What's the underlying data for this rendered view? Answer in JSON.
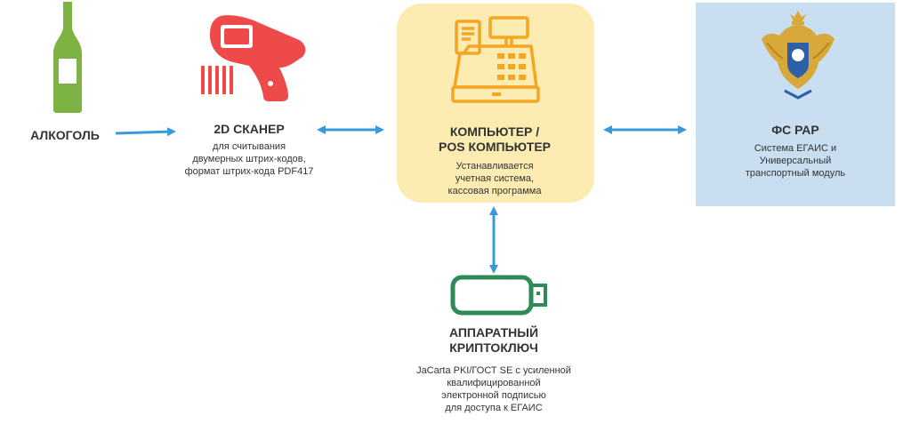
{
  "colors": {
    "arrow": "#3a9ad9",
    "bottle": "#7cb342",
    "scanner": "#ef4a4a",
    "register": "#f5a524",
    "pos_bg": "#fcecb1",
    "fsrar_bg": "#c9dff1",
    "key": "#2e8b57",
    "text": "#333333"
  },
  "alcohol": {
    "title": "АЛКОГОЛЬ",
    "icon": "bottle-icon"
  },
  "scanner": {
    "title": "2D СКАНЕР",
    "desc": "для считывания\nдвумерных штрих-кодов,\nформат штрих-кода PDF417",
    "icon": "barcode-scanner-icon"
  },
  "pos": {
    "title": "КОМПЬЮТЕР /\nPOS КОМПЬЮТЕР",
    "desc": "Устанавливается\nучетная система,\nкассовая программа",
    "icon": "cash-register-icon"
  },
  "fsrar": {
    "title": "ФС РАР",
    "desc": "Система ЕГАИС и\nУниверсальный\nтранспортный модуль",
    "icon": "coat-of-arms-icon"
  },
  "cryptokey": {
    "title": "АППАРАТНЫЙ\nКРИПТОКЛЮЧ",
    "desc": "JaCarta PKI/ГОСТ SE с усиленной\nквалифицированной\nэлектронной подписью\nдля доступа к ЕГАИС",
    "icon": "usb-key-icon"
  }
}
